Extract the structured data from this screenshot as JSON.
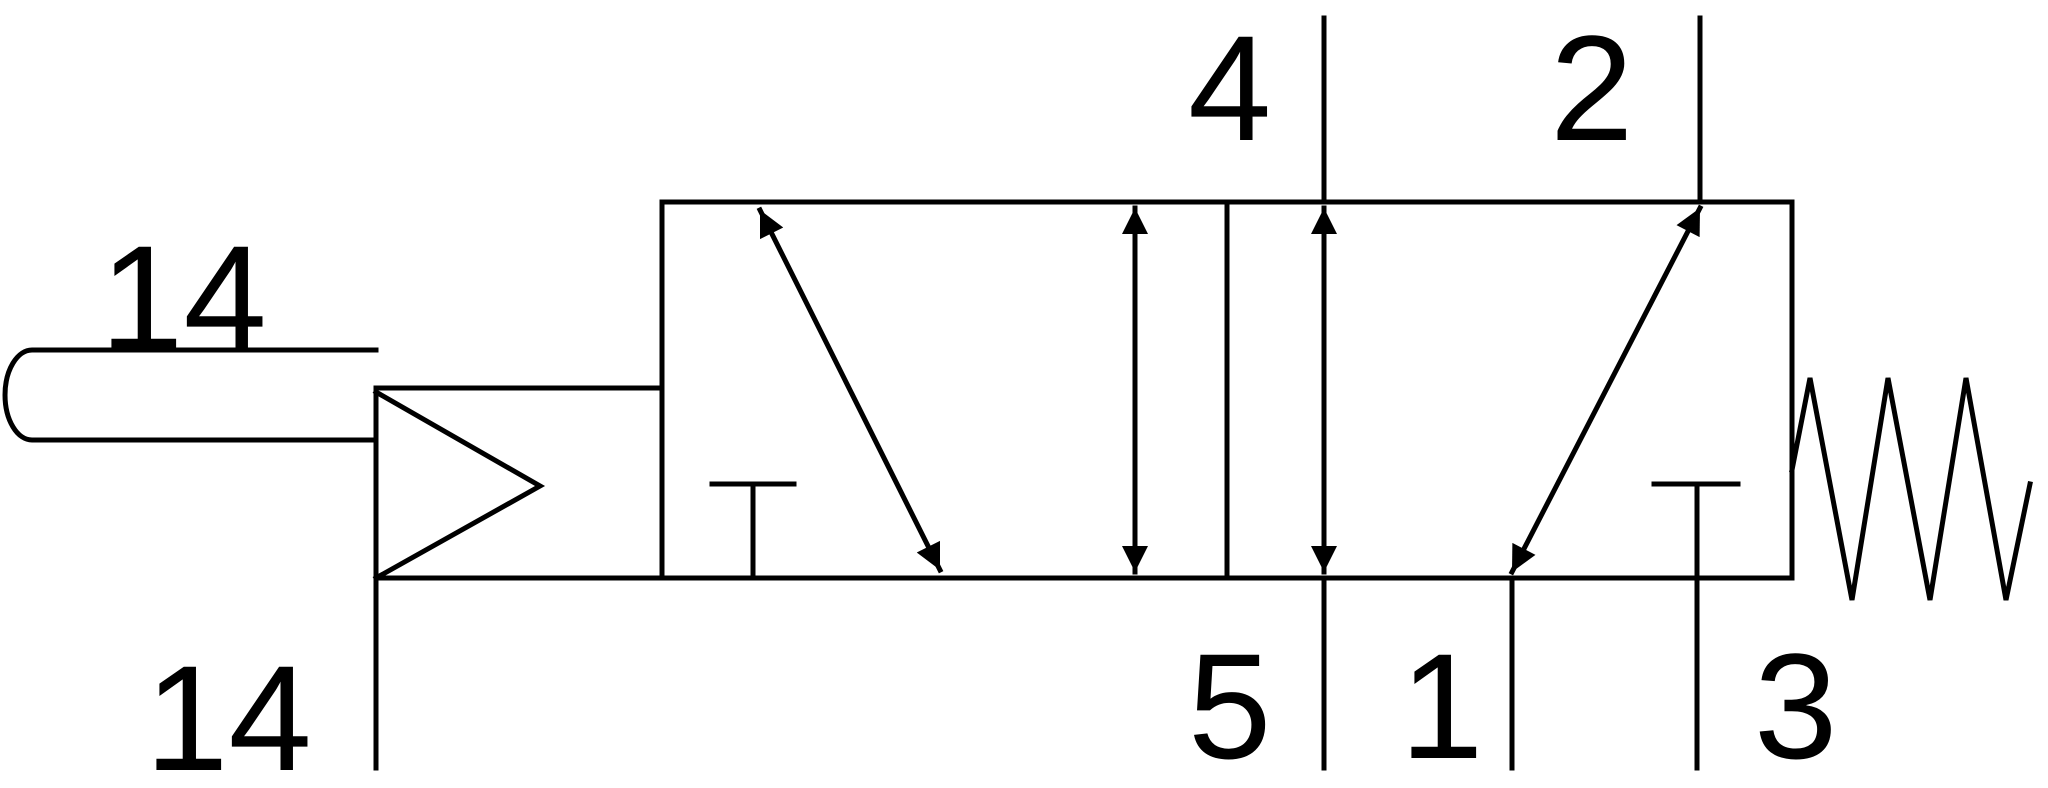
{
  "labels": {
    "pilot_top": "14",
    "pilot_bottom": "14",
    "port_4": "4",
    "port_2": "2",
    "port_5": "5",
    "port_1": "1",
    "port_3": "3"
  },
  "colors": {
    "line": "#000000",
    "background": "#ffffff"
  }
}
